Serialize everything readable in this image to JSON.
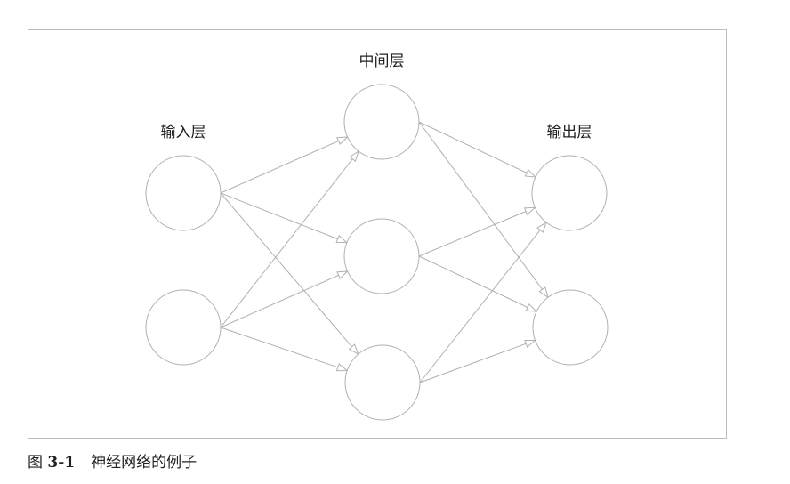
{
  "layers": [
    {
      "label": "输入层",
      "nodes": 2
    },
    {
      "label": "中间层",
      "nodes": 3
    },
    {
      "label": "输出层",
      "nodes": 2
    }
  ],
  "caption": {
    "prefix": "图",
    "number": "3-1",
    "text": "神经网络的例子"
  },
  "colors": {
    "stroke": "#b0b0b0",
    "text": "#222222"
  }
}
